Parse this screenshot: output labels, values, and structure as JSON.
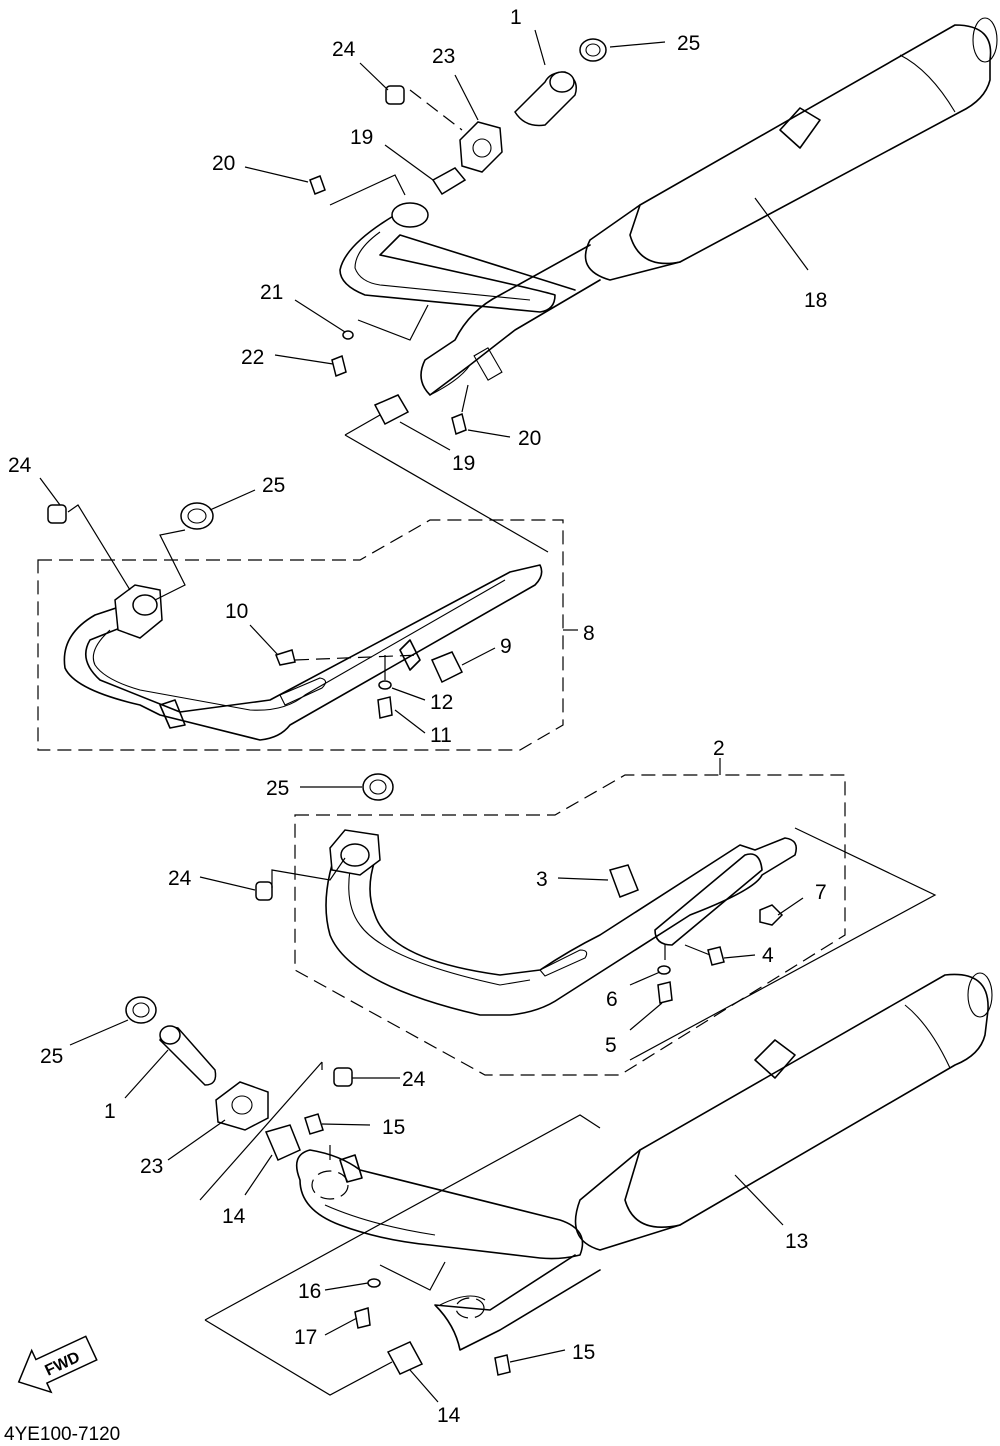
{
  "diagram_code": "4YE100-7120",
  "direction_label": "FWD",
  "callouts": {
    "c1_top": "1",
    "c25_top": "25",
    "c24_top": "24",
    "c23_top": "23",
    "c19_top": "19",
    "c20_top": "20",
    "c18": "18",
    "c21": "21",
    "c22": "22",
    "c20_mid": "20",
    "c19_mid": "19",
    "c24_left": "24",
    "c25_left": "25",
    "c8": "8",
    "c10": "10",
    "c9": "9",
    "c12": "12",
    "c11": "11",
    "c2": "2",
    "c25_mid": "25",
    "c24_mid": "24",
    "c3": "3",
    "c7": "7",
    "c4": "4",
    "c6": "6",
    "c5": "5",
    "c25_bottom": "25",
    "c1_bottom": "1",
    "c24_bottom": "24",
    "c15_upper": "15",
    "c23_bottom": "23",
    "c14_upper": "14",
    "c13": "13",
    "c16": "16",
    "c17": "17",
    "c15_lower": "15",
    "c14_lower": "14"
  }
}
